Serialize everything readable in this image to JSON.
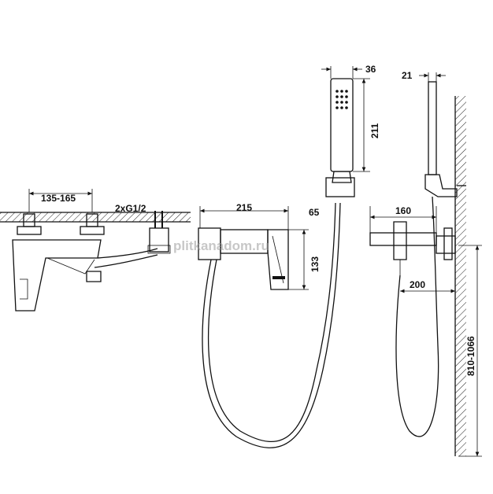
{
  "dimensions": {
    "spacing": "135-165",
    "connection": "2xG1/2",
    "body_length": "215",
    "body_depth": "65",
    "body_height": "133",
    "handshower_length": "211",
    "handshower_width": "36",
    "handshower_side_width": "21",
    "spout_projection": "160",
    "spout_reach": "200",
    "mounting_height": "810-1066"
  },
  "watermark": "plitkanadom.ru"
}
